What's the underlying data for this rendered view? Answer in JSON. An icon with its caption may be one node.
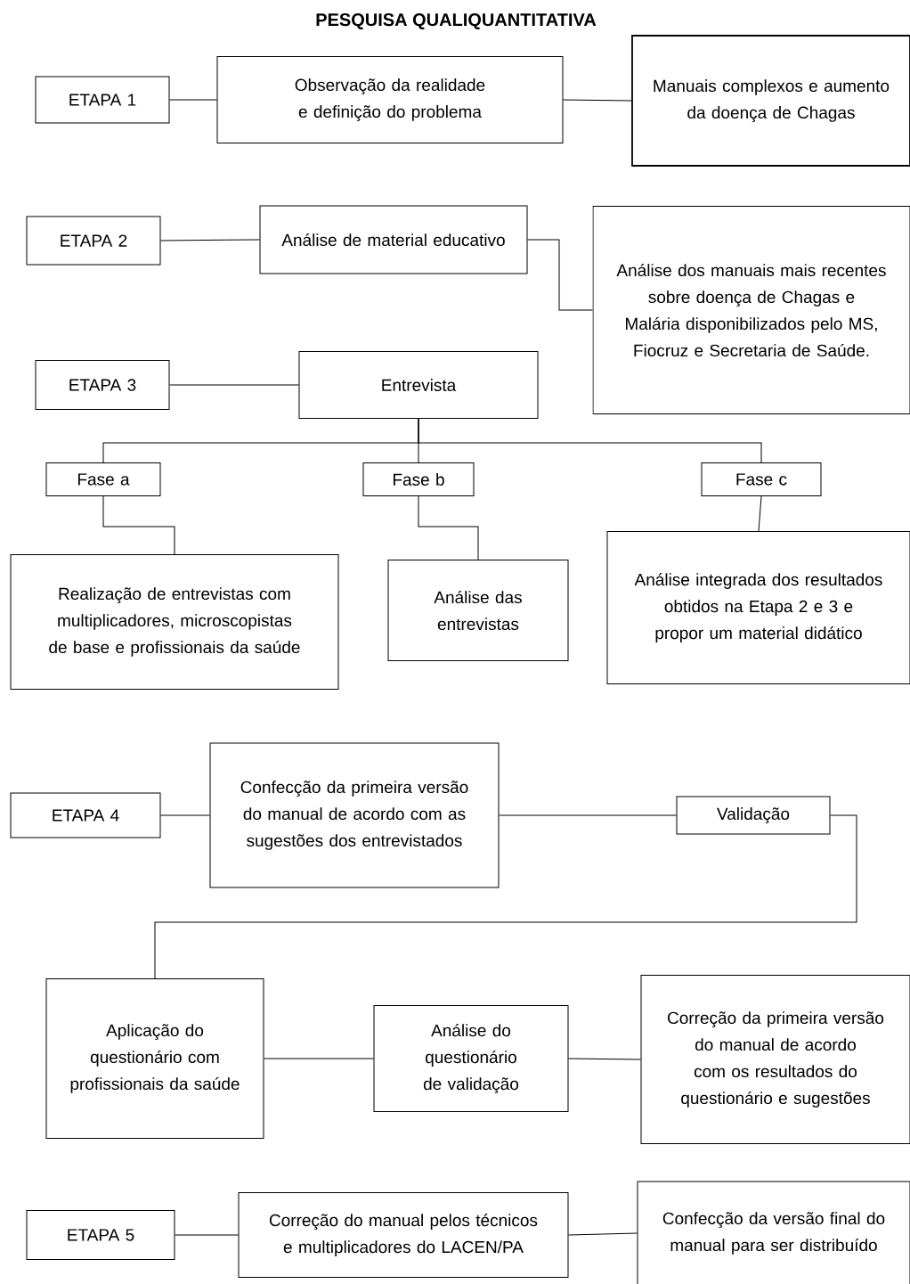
{
  "diagram": {
    "title": "PESQUISA QUALIQUANTITATIVA",
    "nodes": [
      {
        "text": [
          "ETAPA 1"
        ]
      },
      {
        "text": [
          "Observação da realidade e definição do problema"
        ]
      },
      {
        "text": [
          "Manuais complexos e aumento da doença de Chagas"
        ]
      },
      {
        "text": [
          "ETAPA 2"
        ]
      },
      {
        "text": [
          "Análise de material educativo"
        ]
      },
      {
        "text": [
          "Análise dos manuais mais recentes sobre doença de Chagas e Malária disponibilizados pelo MS, Fiocruz e Secretaria de Saúde."
        ]
      },
      {
        "text": [
          "ETAPA 3"
        ]
      },
      {
        "text": [
          "Entrevista"
        ]
      },
      {
        "text": [
          "Fase a"
        ]
      },
      {
        "text": [
          "Fase b"
        ]
      },
      {
        "text": [
          "Fase c"
        ]
      },
      {
        "text": [
          "Realização de entrevistas com multiplicadores, microscopistas de base e profissionais da saúde"
        ]
      },
      {
        "text": [
          "Análise das entrevistas"
        ]
      },
      {
        "text": [
          "Análise integrada dos resultados obtidos na Etapa 2 e 3 e propor um material didático"
        ]
      },
      {
        "text": [
          "ETAPA 4"
        ]
      },
      {
        "text": [
          "Confecção da primeira versão do manual de acordo com as sugestões dos entrevistados"
        ]
      },
      {
        "text": [
          "Validação"
        ]
      },
      {
        "text": [
          "Aplicação do questionário com profissionais da saúde"
        ]
      },
      {
        "text": [
          "Análise do questionário de validação"
        ]
      },
      {
        "text": [
          "Correção da primeira versão do manual de acordo com os resultados do questionário e sugestões"
        ]
      },
      {
        "text": [
          "ETAPA 5"
        ]
      },
      {
        "text": [
          "Correção do manual pelos técnicos e multiplicadores do LACEN/PA"
        ]
      },
      {
        "text": [
          "Confecção da versão final do manual para ser distribuído"
        ]
      }
    ],
    "edges": [
      {
        "from": 0,
        "to": 1,
        "arrow": "none"
      },
      {
        "from": 1,
        "to": 2,
        "arrow": "none"
      },
      {
        "from": 3,
        "to": 4,
        "arrow": "none"
      },
      {
        "from": 4,
        "to": 5,
        "arrow": "none"
      },
      {
        "from": 6,
        "to": 7,
        "arrow": "none"
      },
      {
        "from": 7,
        "to": 8,
        "arrow": "none"
      },
      {
        "from": 7,
        "to": 9,
        "arrow": "none"
      },
      {
        "from": 7,
        "to": 10,
        "arrow": "none"
      },
      {
        "from": 8,
        "to": 11,
        "arrow": "none"
      },
      {
        "from": 9,
        "to": 12,
        "arrow": "none"
      },
      {
        "from": 10,
        "to": 13,
        "arrow": "none"
      },
      {
        "from": 14,
        "to": 15,
        "arrow": "none"
      },
      {
        "from": 15,
        "to": 16,
        "arrow": "none"
      },
      {
        "from": 16,
        "to": 17,
        "arrow": "none"
      },
      {
        "from": 17,
        "to": 18,
        "arrow": "none"
      },
      {
        "from": 18,
        "to": 19,
        "arrow": "none"
      },
      {
        "from": 20,
        "to": 21,
        "arrow": "none"
      },
      {
        "from": 21,
        "to": 22,
        "arrow": "none"
      }
    ]
  }
}
